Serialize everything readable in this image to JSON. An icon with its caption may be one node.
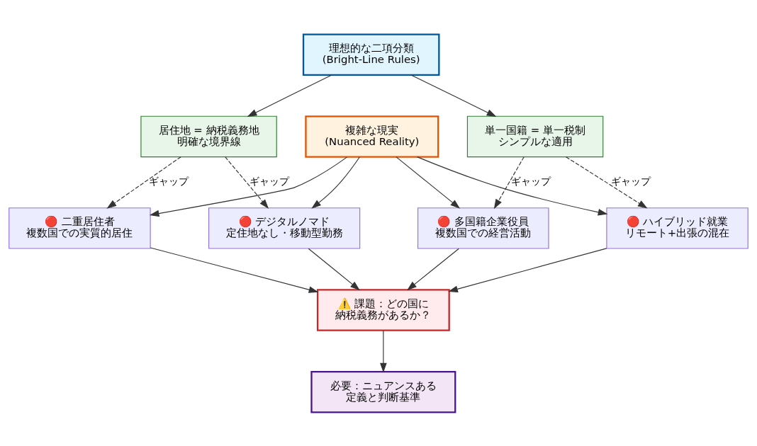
{
  "diagram": {
    "nodes": [
      {
        "text": [
          "理想的な二項分類",
          "(Bright-Line Rules)"
        ]
      },
      {
        "text": [
          "居住地 = 納税義務地",
          "明確な境界線"
        ]
      },
      {
        "text": [
          "複雑な現実",
          "(Nuanced Reality)"
        ]
      },
      {
        "text": [
          "単一国籍 = 単一税制",
          "シンプルな適用"
        ]
      },
      {
        "text": [
          "🔴 二重居住者",
          "複数国での実質的居住"
        ]
      },
      {
        "text": [
          "🔴 デジタルノマド",
          "定住地なし・移動型勤務"
        ]
      },
      {
        "text": [
          "🔴 多国籍企業役員",
          "複数国での経営活動"
        ]
      },
      {
        "text": [
          "🔴 ハイブリッド就業",
          "リモート+出張の混在"
        ]
      },
      {
        "text": [
          "⚠️ 課題：どの国に",
          "納税義務があるか？"
        ]
      },
      {
        "text": [
          "必要：ニュアンスある",
          "定義と判断基準"
        ]
      }
    ],
    "edges": [
      {
        "from": 0,
        "to": 1,
        "arrow": "to"
      },
      {
        "from": 0,
        "to": 3,
        "arrow": "to"
      },
      {
        "from": 2,
        "to": 4,
        "arrow": "to"
      },
      {
        "from": 2,
        "to": 5,
        "arrow": "to"
      },
      {
        "from": 2,
        "to": 6,
        "arrow": "to"
      },
      {
        "from": 2,
        "to": 7,
        "arrow": "to"
      },
      {
        "from": 1,
        "to": 4,
        "arrow": "to",
        "style": "dashed",
        "label": "ギャップ"
      },
      {
        "from": 1,
        "to": 5,
        "arrow": "to",
        "style": "dashed",
        "label": "ギャップ"
      },
      {
        "from": 3,
        "to": 6,
        "arrow": "to",
        "style": "dashed",
        "label": "ギャップ"
      },
      {
        "from": 3,
        "to": 7,
        "arrow": "to",
        "style": "dashed",
        "label": "ギャップ"
      },
      {
        "from": 4,
        "to": 8,
        "arrow": "to"
      },
      {
        "from": 5,
        "to": 8,
        "arrow": "to"
      },
      {
        "from": 6,
        "to": 8,
        "arrow": "to"
      },
      {
        "from": 7,
        "to": 8,
        "arrow": "to"
      },
      {
        "from": 8,
        "to": 9,
        "arrow": "to"
      }
    ]
  }
}
